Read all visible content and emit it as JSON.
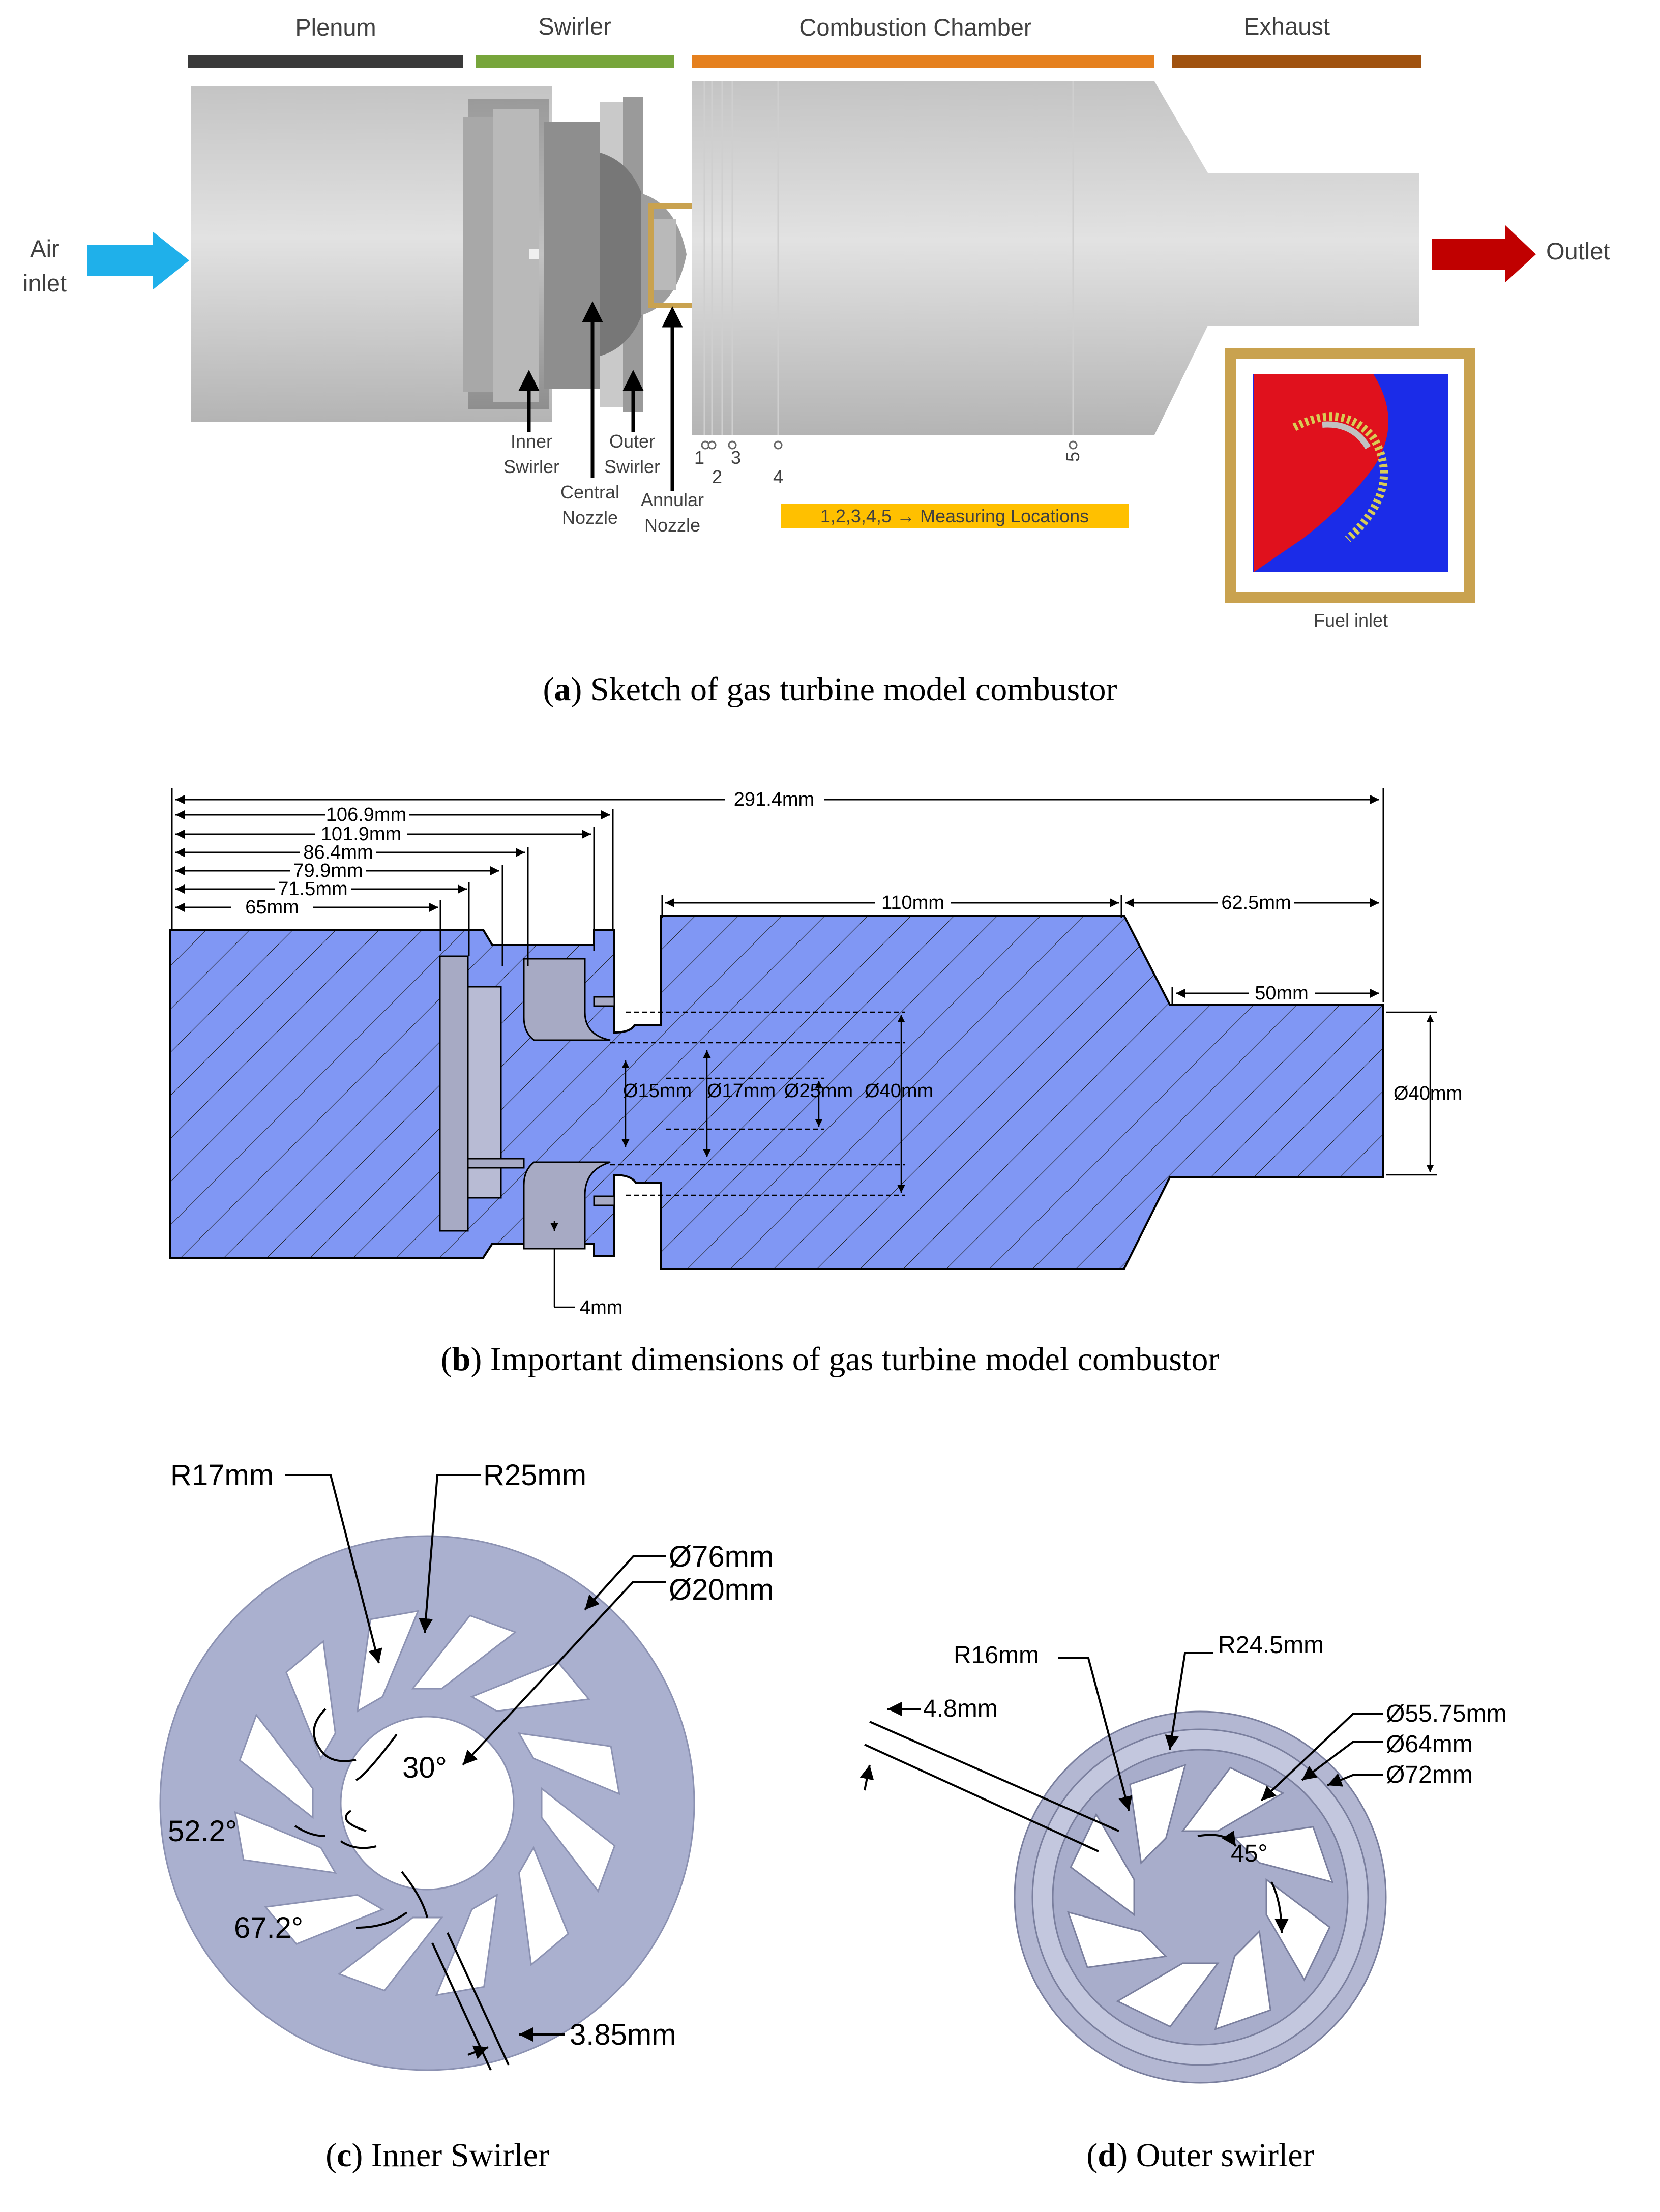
{
  "panel_a": {
    "sections": [
      "Plenum",
      "Swirler",
      "Combustion Chamber",
      "Exhaust"
    ],
    "section_colors": [
      "#3a3a3a",
      "#77a53b",
      "#e5801e",
      "#a0520f"
    ],
    "air_inlet": "Air\ninlet",
    "outlet": "Outlet",
    "parts": {
      "inner_swirler": "Inner\nSwirler",
      "outer_swirler": "Outer\nSwirler",
      "central_nozzle": "Central\nNozzle",
      "annular_nozzle": "Annular\nNozzle"
    },
    "measuring_points": [
      "1",
      "2",
      "3",
      "4",
      "5"
    ],
    "measuring_banner": "1,2,3,4,5 → Measuring Locations",
    "fuel_inlet": "Fuel inlet",
    "caption_letter": "a",
    "caption_text": " Sketch of gas turbine model combustor"
  },
  "panel_b": {
    "dims": {
      "total": "291.4mm",
      "d1069": "106.9mm",
      "d1019": "101.9mm",
      "d864": "86.4mm",
      "d799": "79.9mm",
      "d715": "71.5mm",
      "d65": "65mm",
      "d110": "110mm",
      "d625": "62.5mm",
      "d50": "50mm",
      "phi15": "Ø15mm",
      "phi17": "Ø17mm",
      "phi25": "Ø25mm",
      "phi40": "Ø40mm",
      "phi40_out": "Ø40mm",
      "d4": "4mm"
    },
    "caption_letter": "b",
    "caption_text": " Important dimensions of gas turbine model combustor"
  },
  "panel_c": {
    "r17": "R17mm",
    "r25": "R25mm",
    "phi76": "Ø76mm",
    "phi20": "Ø20mm",
    "a30": "30°",
    "a522": "52.2°",
    "a672": "67.2°",
    "w385": "3.85mm",
    "caption_letter": "c",
    "caption_text": " Inner Swirler"
  },
  "panel_d": {
    "r16": "R16mm",
    "r245": "R24.5mm",
    "w48": "4.8mm",
    "phi5575": "Ø55.75mm",
    "phi64": "Ø64mm",
    "phi72": "Ø72mm",
    "a45": "45°",
    "caption_letter": "d",
    "caption_text": " Outer swirler"
  }
}
